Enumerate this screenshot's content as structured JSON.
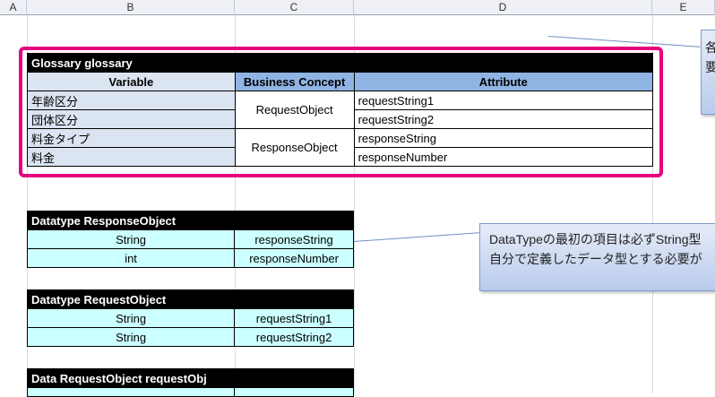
{
  "columns": [
    "A",
    "B",
    "C",
    "D",
    "E"
  ],
  "glossary": {
    "title": "Glossary glossary",
    "headers": {
      "variable": "Variable",
      "concept": "Business Concept",
      "attribute": "Attribute"
    },
    "variables": [
      "年齢区分",
      "団体区分",
      "料金タイプ",
      "料金"
    ],
    "concepts": [
      "RequestObject",
      "ResponseObject"
    ],
    "attributes": [
      "requestString1",
      "requestString2",
      "responseString",
      "responseNumber"
    ]
  },
  "datatype_response": {
    "title": "Datatype ResponseObject",
    "rows": [
      {
        "type": "String",
        "name": "responseString"
      },
      {
        "type": "int",
        "name": "responseNumber"
      }
    ]
  },
  "datatype_request": {
    "title": "Datatype RequestObject",
    "rows": [
      {
        "type": "String",
        "name": "requestString1"
      },
      {
        "type": "String",
        "name": "requestString2"
      }
    ]
  },
  "data_request": {
    "title": "Data RequestObject requestObj"
  },
  "callout_top": {
    "line1": "各",
    "line2": "要"
  },
  "callout_datatype": {
    "line1": "DataTypeの最初の項目は必ずString型",
    "line2": "自分で定義したデータ型とする必要が"
  }
}
